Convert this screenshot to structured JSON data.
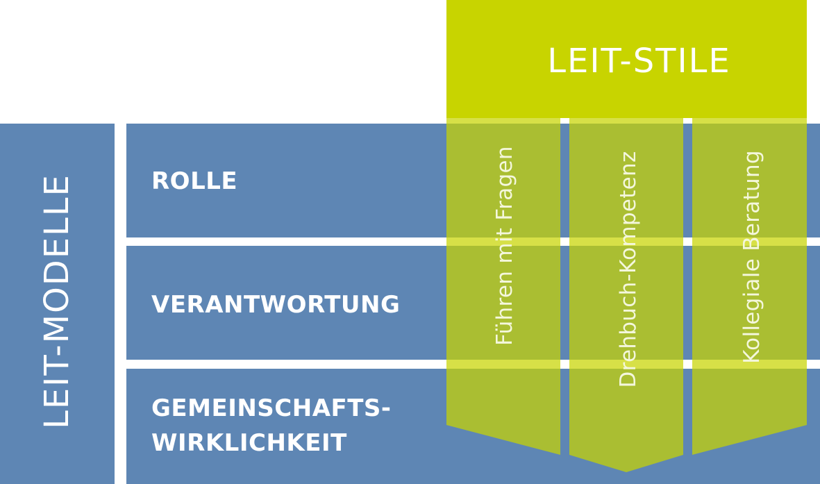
{
  "header": {
    "title": "LEIT-STILE"
  },
  "side": {
    "title": "LEIT-MODELLE"
  },
  "rows": [
    {
      "label": "ROLLE"
    },
    {
      "label": "VERANTWORTUNG"
    },
    {
      "label_line1": "GEMEINSCHAFTS-",
      "label_line2": "WIRKLICHKEIT"
    }
  ],
  "columns": [
    {
      "label": "Führen mit Fragen"
    },
    {
      "label": "Drehbuch-Kompetenz"
    },
    {
      "label": "Kollegiale Beratung"
    }
  ],
  "colors": {
    "blue": "#5e86b4",
    "lime": "#c8d400",
    "lime_transparent": "#c8d400 (semi-transparent)",
    "white": "#ffffff"
  }
}
